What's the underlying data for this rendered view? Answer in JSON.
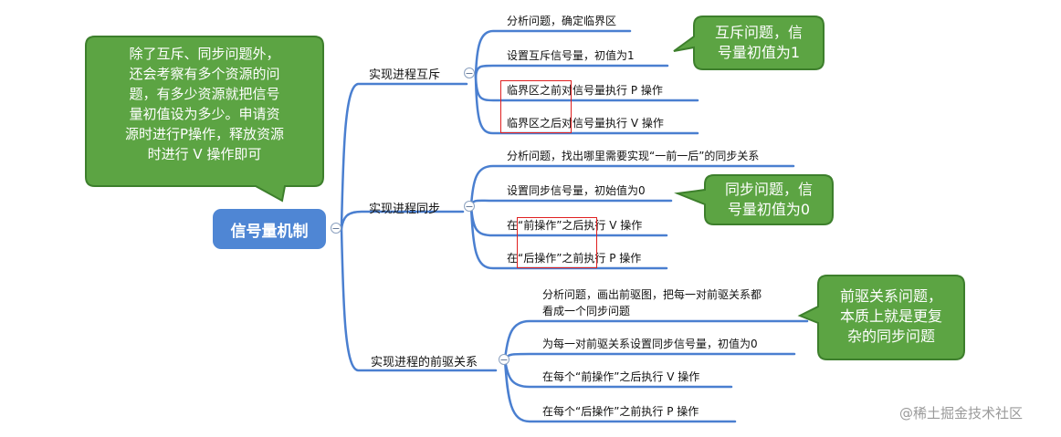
{
  "root": {
    "label": "信号量机制"
  },
  "branches": [
    {
      "label": "实现进程互斥",
      "leaves": [
        "分析问题，确定临界区",
        "设置互斥信号量，初值为1",
        "临界区之前对信号量执行 P 操作",
        "临界区之后对信号量执行 V 操作"
      ]
    },
    {
      "label": "实现进程同步",
      "leaves": [
        "分析问题，找出哪里需要实现“一前一后”的同步关系",
        "设置同步信号量，初始值为0",
        "在“前操作”之后执行 V 操作",
        "在“后操作”之前执行 P 操作"
      ]
    },
    {
      "label": "实现进程的前驱关系",
      "leaves": [
        "分析问题，画出前驱图，把每一对前驱关系都",
        "看成一个同步问题",
        "为每一对前驱关系设置同步信号量，初值为0",
        "在每个“前操作”之后执行 V 操作",
        "在每个“后操作”之前执行 P 操作"
      ]
    }
  ],
  "callouts": {
    "main": [
      "除了互斥、同步问题外，",
      "还会考察有多个资源的问",
      "题，有多少资源就把信号",
      "量初值设为多少。申请资",
      "源时进行P操作，释放资源",
      "时进行 V 操作即可"
    ],
    "mutex": [
      "互斥问题，信",
      "号量初值为1"
    ],
    "sync": [
      "同步问题，信",
      "号量初值为0"
    ],
    "precedence": [
      "前驱关系问题，",
      "本质上就是更复",
      "杂的同步问题"
    ]
  },
  "toggle_symbol": "−",
  "watermark": "@稀土掘金技术社区",
  "colors": {
    "root": "#4f86d4",
    "line": "#4a7fd0",
    "callout": "#5ca443",
    "callout_border": "#3d7f2c",
    "highlight": "#e02020"
  }
}
